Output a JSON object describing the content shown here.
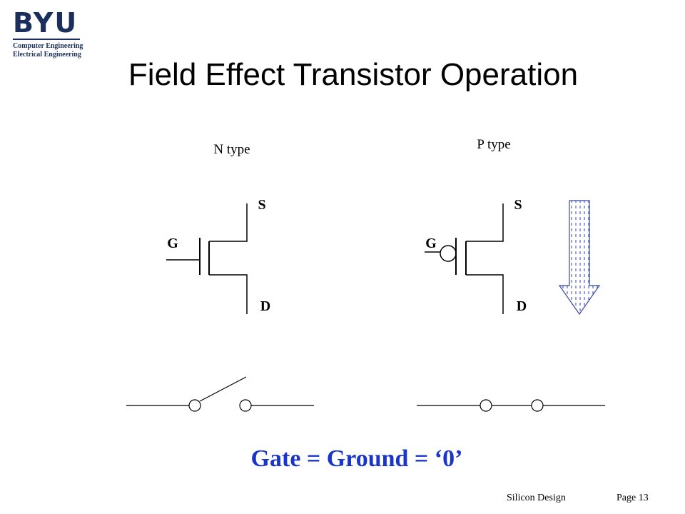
{
  "logo": {
    "main": "BYU",
    "line1": "Computer Engineering",
    "line2": "Electrical Engineering"
  },
  "title": "Field Effect Transistor Operation",
  "ntype": {
    "label": "N type",
    "source": "S",
    "gate": "G",
    "drain": "D"
  },
  "ptype": {
    "label": "P type",
    "source": "S",
    "gate": "G",
    "drain": "D"
  },
  "caption": "Gate = Ground = ‘0’",
  "footer": {
    "left": "Silicon Design",
    "right": "Page 13"
  },
  "colors": {
    "caption": "#1a35c9",
    "logo": "#1c2f5c"
  },
  "icons": {
    "current_arrow": "down-arrow-icon"
  }
}
